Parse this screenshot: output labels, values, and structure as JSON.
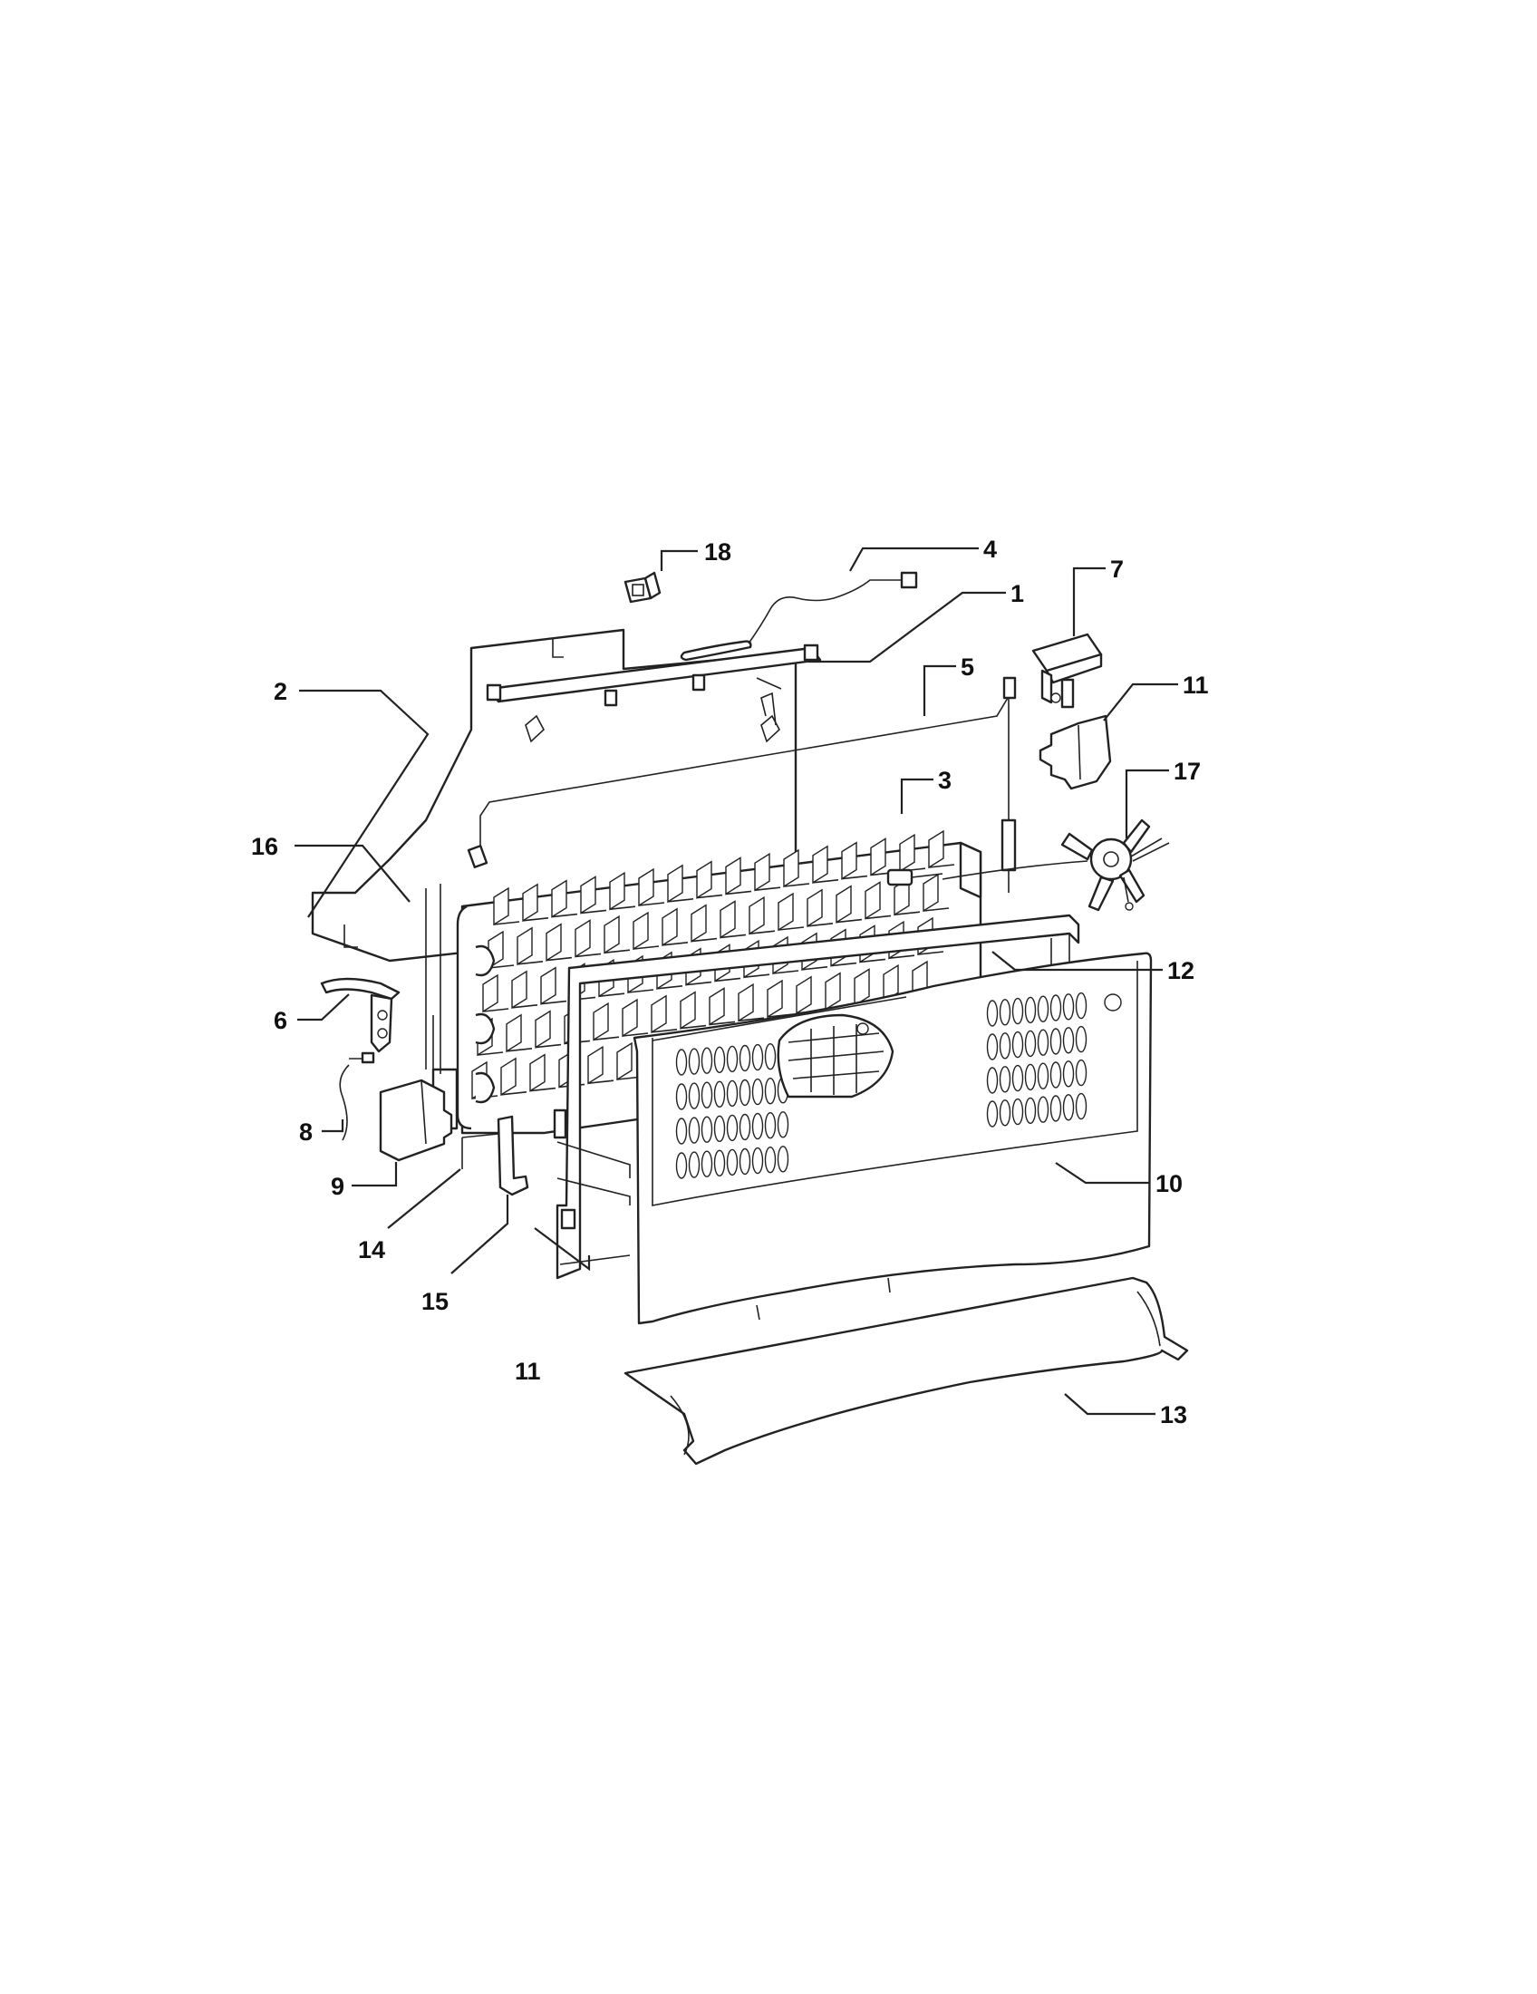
{
  "diagram": {
    "callouts": [
      {
        "id": "c1",
        "label": "1"
      },
      {
        "id": "c2",
        "label": "2"
      },
      {
        "id": "c3",
        "label": "3"
      },
      {
        "id": "c4",
        "label": "4"
      },
      {
        "id": "c5",
        "label": "5"
      },
      {
        "id": "c6",
        "label": "6"
      },
      {
        "id": "c7",
        "label": "7"
      },
      {
        "id": "c8",
        "label": "8"
      },
      {
        "id": "c9",
        "label": "9"
      },
      {
        "id": "c10",
        "label": "10"
      },
      {
        "id": "c11a",
        "label": "11"
      },
      {
        "id": "c11b",
        "label": "11"
      },
      {
        "id": "c12",
        "label": "12"
      },
      {
        "id": "c13",
        "label": "13"
      },
      {
        "id": "c14",
        "label": "14"
      },
      {
        "id": "c15",
        "label": "15"
      },
      {
        "id": "c16",
        "label": "16"
      },
      {
        "id": "c17",
        "label": "17"
      },
      {
        "id": "c18",
        "label": "18"
      }
    ]
  }
}
